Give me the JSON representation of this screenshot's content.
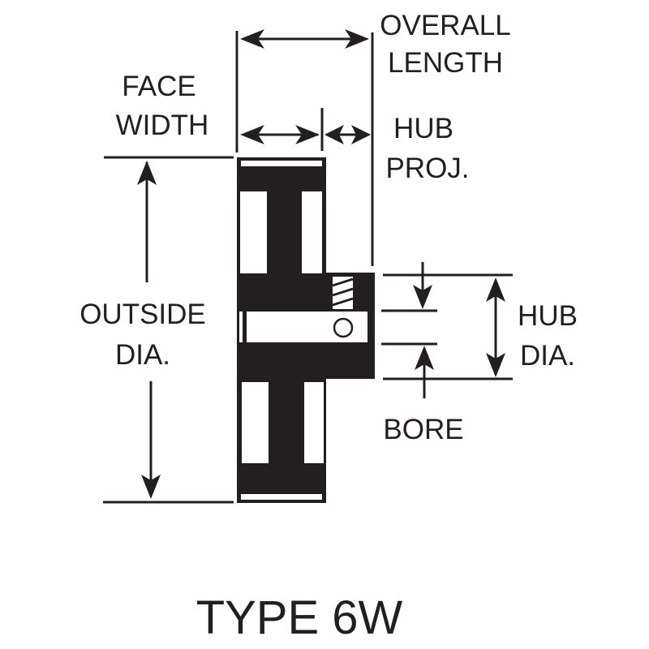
{
  "diagram": {
    "title": "TYPE 6W",
    "labels": {
      "overall_length": [
        "OVERALL",
        "LENGTH"
      ],
      "face_width": [
        "FACE",
        "WIDTH"
      ],
      "hub_projection": [
        "HUB",
        "PROJ."
      ],
      "outside_diameter": [
        "OUTSIDE",
        "DIA."
      ],
      "hub_diameter": [
        "HUB",
        "DIA."
      ],
      "bore": "BORE"
    },
    "colors": {
      "ink": "#231f20",
      "background": "#ffffff"
    }
  }
}
